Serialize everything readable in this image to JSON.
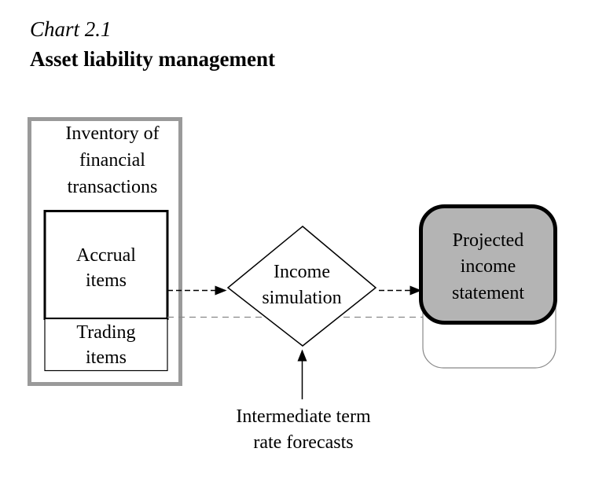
{
  "header": {
    "chart_number": "Chart 2.1",
    "title": "Asset liability management"
  },
  "inventory": {
    "lines": [
      "Inventory of",
      "financial",
      "transactions"
    ]
  },
  "accrual": {
    "lines": [
      "Accrual",
      "items"
    ]
  },
  "trading": {
    "lines": [
      "Trading",
      "items"
    ]
  },
  "simulation": {
    "lines": [
      "Income",
      "simulation"
    ]
  },
  "statement": {
    "lines": [
      "Projected",
      "income",
      "statement"
    ]
  },
  "forecasts": {
    "lines": [
      "Intermediate term",
      "rate forecasts"
    ]
  }
}
